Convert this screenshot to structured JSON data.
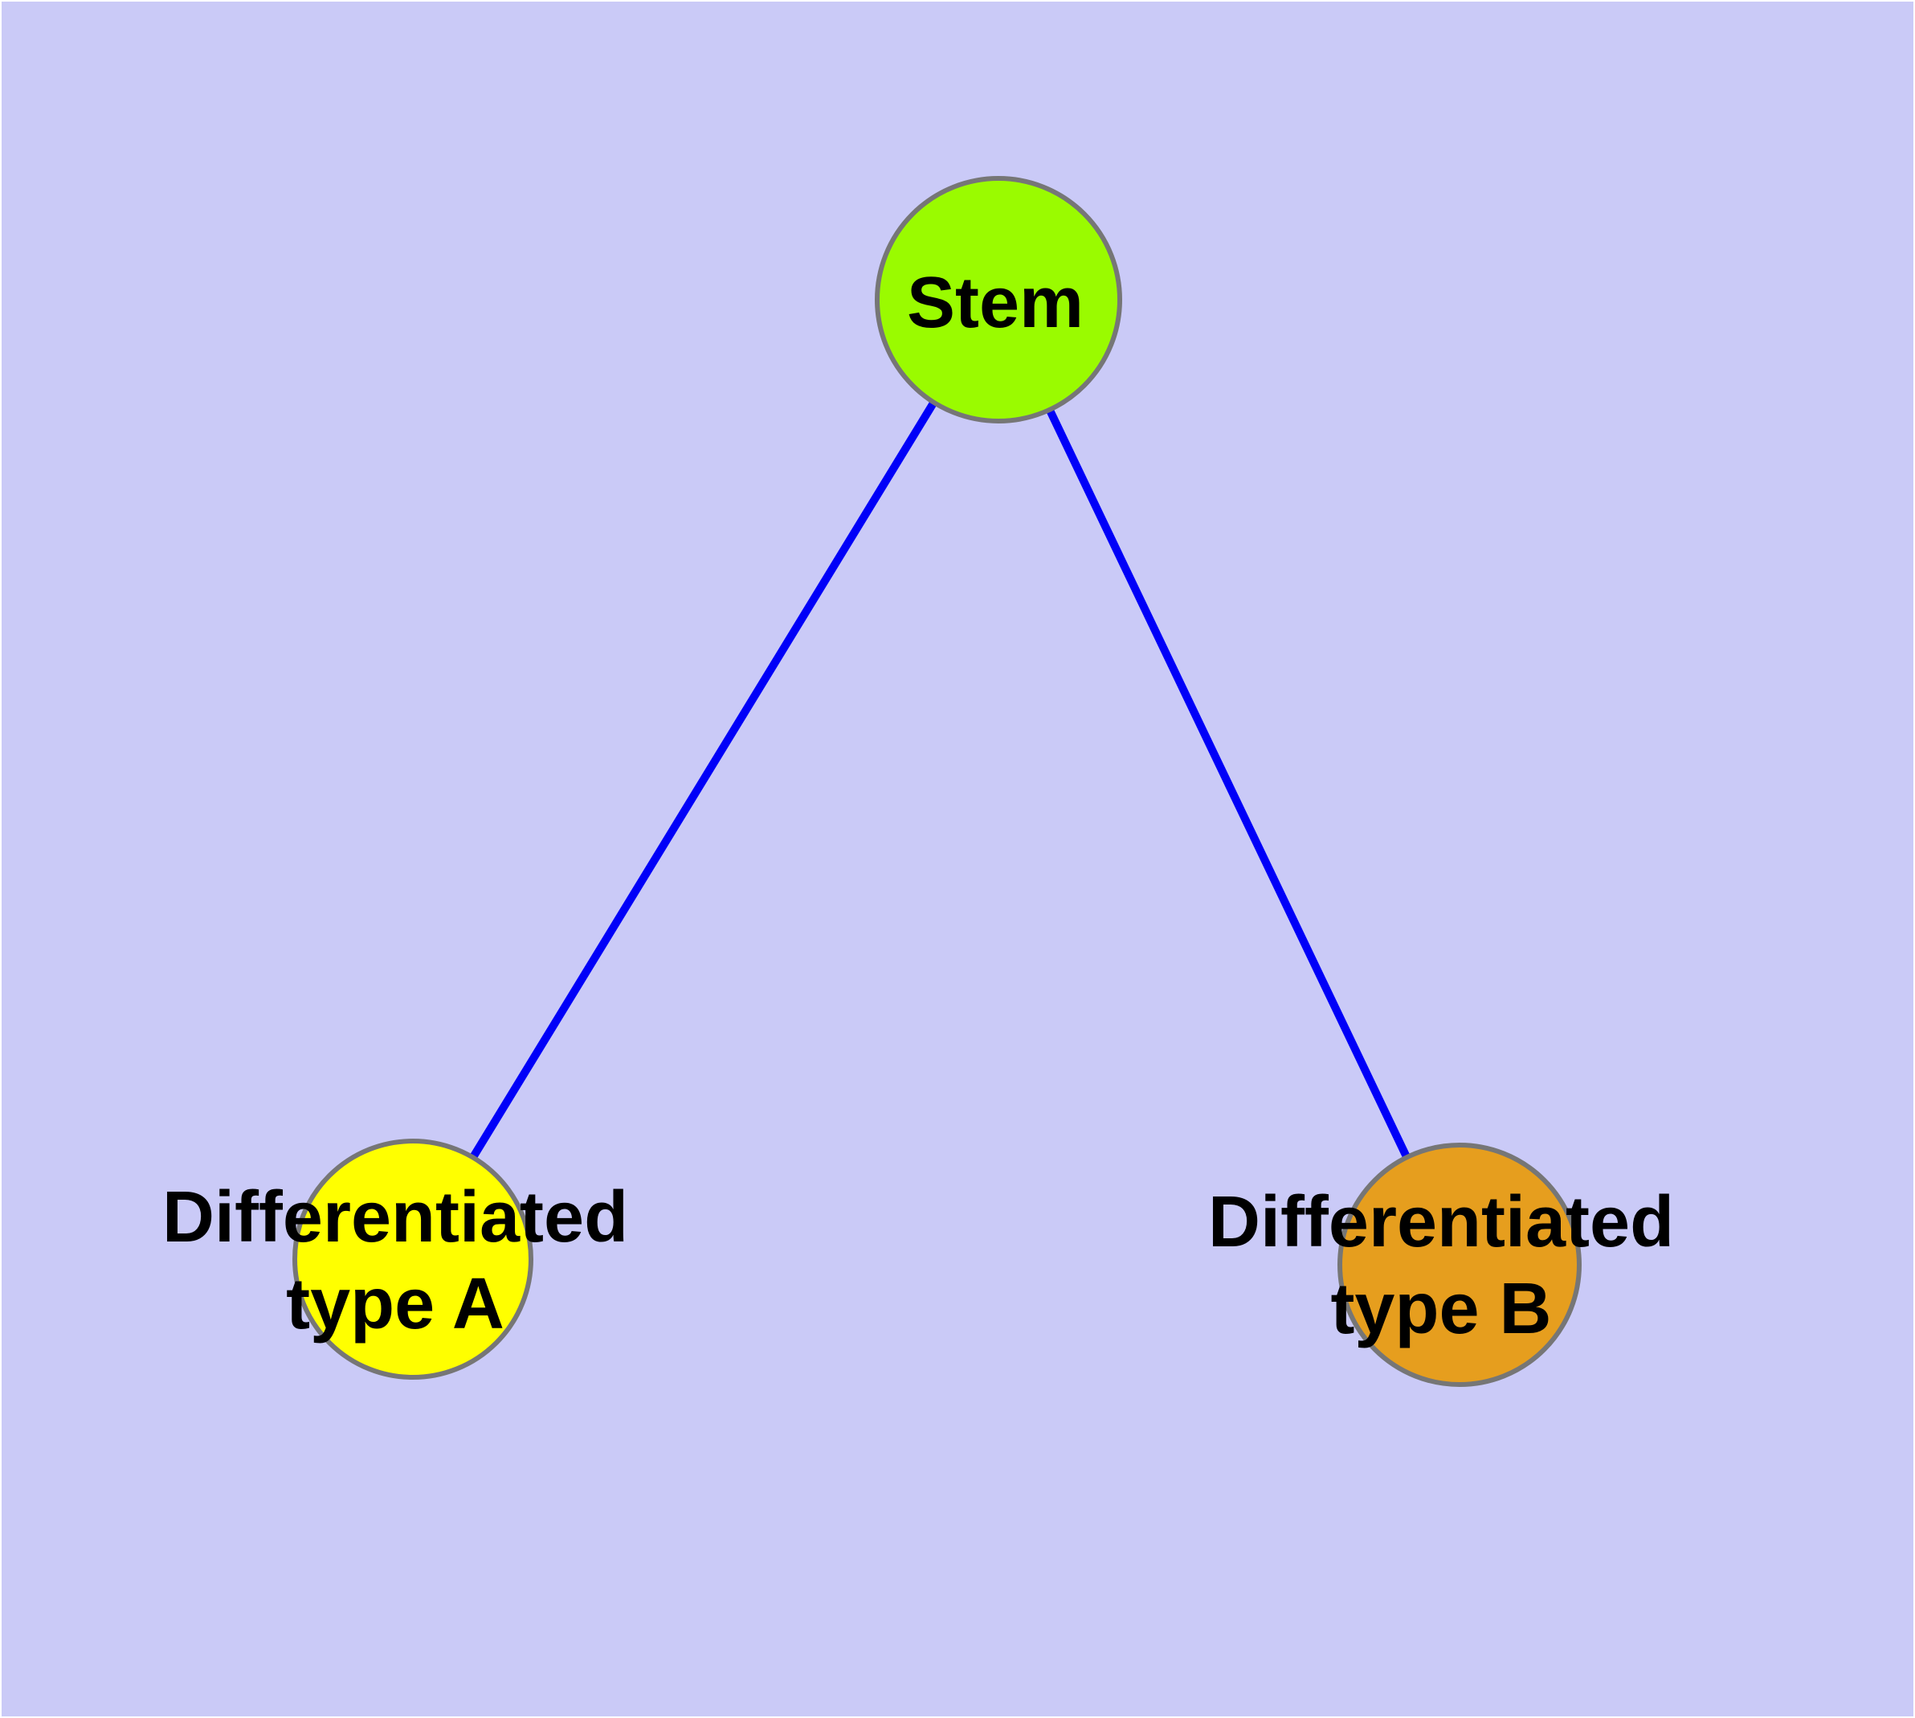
{
  "diagram": {
    "type": "node-link-graph",
    "background_color": "#CACAF7",
    "frame_color": "#FFFFFF",
    "edge_color": "#0000F8",
    "node_border_color": "#767676",
    "label_color": "#000000",
    "nodes": {
      "stem": {
        "label": "Stem",
        "fill": "#9AFB00"
      },
      "type_a": {
        "label": "Differentiated\ntype A",
        "fill": "#FFFF00"
      },
      "type_b": {
        "label": "Differentiated\ntype B",
        "fill": "#E69E1E"
      }
    },
    "edges": [
      {
        "from": "Stem",
        "to": "Differentiated type A"
      },
      {
        "from": "Stem",
        "to": "Differentiated type B"
      }
    ]
  }
}
